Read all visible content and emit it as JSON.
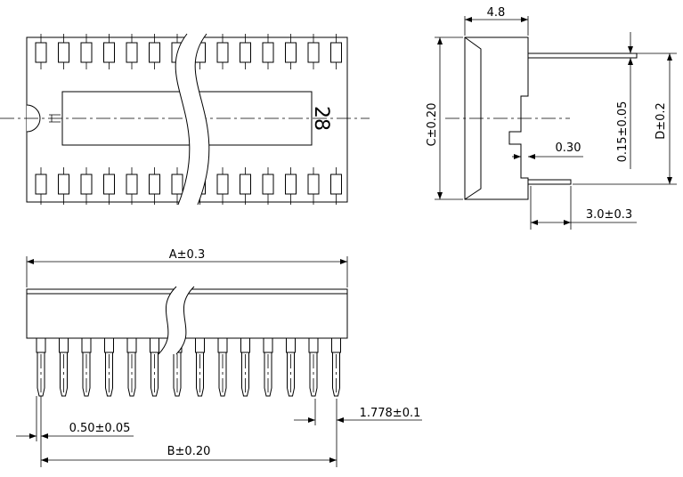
{
  "top_view": {
    "pin_count_label": "28"
  },
  "side_view": {
    "width_label": "4.8",
    "height_label": "C±0.20",
    "pin_thickness_label": "0.15±0.05",
    "overall_height_label": "D±0.2",
    "step_label": "0.30",
    "pin_length_label": "3.0±0.3"
  },
  "front_view": {
    "body_length_label": "A±0.3",
    "pin_pitch_label": "1.778±0.1",
    "pin_width_label": "0.50±0.05",
    "pin_span_label": "B±0.20"
  }
}
